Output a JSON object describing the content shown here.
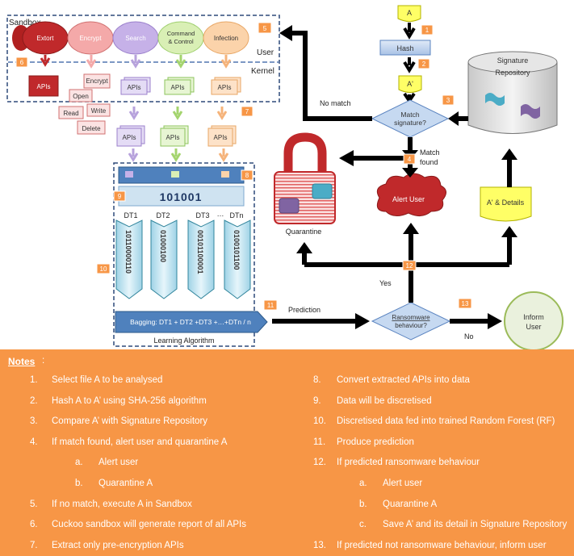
{
  "diagram": {
    "sandbox_label": "Sandbox",
    "user_label": "User",
    "kernel_label": "Kernel",
    "pills": [
      "Extort",
      "Encrypt",
      "Search",
      "Command & Control",
      "Infection"
    ],
    "apis_label": "APIs",
    "encrypt_docs": [
      "Encrypt",
      "Open",
      "Write",
      "Read",
      "Delete"
    ],
    "file_a": "A",
    "hash": "Hash",
    "a_prime": "A'",
    "match_decision": "Match signature?",
    "no_match": "No match",
    "match_found": "Match found",
    "repo": "Signature Repository",
    "alert": "Alert User",
    "quarantine": "Quarantine",
    "details_doc": "A' & Details",
    "binary": "101001",
    "dt_labels": [
      "DT1",
      "DT2",
      "DT3",
      "DTn"
    ],
    "dt_ellipsis": "…",
    "dt_bits": [
      "10110000110",
      "01000100",
      "00101100001",
      "0100101100"
    ],
    "bagging": "Bagging: DT1 + DT2 +DT3 +…+DTn / n",
    "learning": "Learning Algorithm",
    "prediction": "Prediction",
    "ransom_decision": "Ransomware behaviour?",
    "yes": "Yes",
    "no": "No",
    "inform": "Inform User",
    "badges": [
      "1",
      "2",
      "3",
      "4",
      "5",
      "6",
      "7",
      "8",
      "9",
      "10",
      "11",
      "12",
      "13"
    ]
  },
  "notes": {
    "heading": "Notes",
    "colon": ":",
    "left": [
      {
        "num": "1.",
        "text": "Select file A to be analysed"
      },
      {
        "num": "2.",
        "text": "Hash A to A’ using SHA-256 algorithm"
      },
      {
        "num": "3.",
        "text": "Compare A’ with Signature Repository"
      },
      {
        "num": "4.",
        "text": "If match found, alert user and quarantine A"
      },
      {
        "num": "a.",
        "text": "Alert user",
        "sub": true
      },
      {
        "num": "b.",
        "text": "Quarantine A",
        "sub": true
      },
      {
        "num": "5.",
        "text": "If no match, execute A in Sandbox"
      },
      {
        "num": "6.",
        "text": "Cuckoo sandbox will generate report of all APIs"
      },
      {
        "num": "7.",
        "text": "Extract only pre-encryption APIs"
      }
    ],
    "right": [
      {
        "num": "8.",
        "text": "Convert extracted APIs into data"
      },
      {
        "num": "9.",
        "text": "Data will be discretised"
      },
      {
        "num": "10.",
        "text": "Discretised data fed into trained Random Forest (RF)"
      },
      {
        "num": "11.",
        "text": "Produce prediction"
      },
      {
        "num": "12.",
        "text": "If predicted ransomware behaviour"
      },
      {
        "num": "a.",
        "text": "Alert user",
        "sub": true
      },
      {
        "num": "b.",
        "text": "Quarantine A",
        "sub": true
      },
      {
        "num": "c.",
        "text": "Save A’ and its detail in Signature Repository",
        "sub": true
      },
      {
        "num": "13.",
        "text": "If predicted not ransomware behaviour, inform user"
      }
    ]
  }
}
